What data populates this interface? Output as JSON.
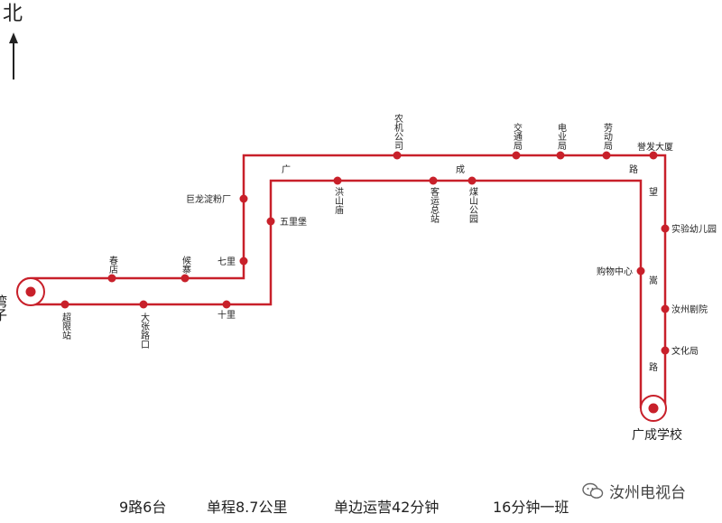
{
  "north_label": "北",
  "route_color": "#c8202a",
  "terminals": {
    "west": "湾子",
    "south": "广成学校"
  },
  "stops": {
    "chaoxianzhan": "超限站",
    "dazhanglukou": "大张路口",
    "shili": "十里",
    "chundian": "春店",
    "houzhai": "候寨",
    "qili": "七里",
    "julong": "巨龙淀粉厂",
    "wulipu": "五里堡",
    "nongji": "农机公司",
    "hongshanmiao": "洪山庙",
    "keyun": "客运总站",
    "meishan": "煤山公园",
    "jiaotong": "交通局",
    "dianye": "电业局",
    "laodong": "劳动局",
    "yufa": "誉发大厦",
    "shiyan": "实验幼儿园",
    "gouwu": "购物中心",
    "juyuan": "汝州剧院",
    "wenhua": "文化局"
  },
  "road": {
    "c1": "广",
    "c2": "成",
    "c3": "路",
    "c4": "望",
    "c5": "嵩",
    "c6": "路"
  },
  "footer": {
    "route": "9路6台",
    "distance": "单程8.7公里",
    "duration": "单边运营42分钟",
    "interval": "16分钟一班"
  },
  "watermark": "汝州电视台"
}
